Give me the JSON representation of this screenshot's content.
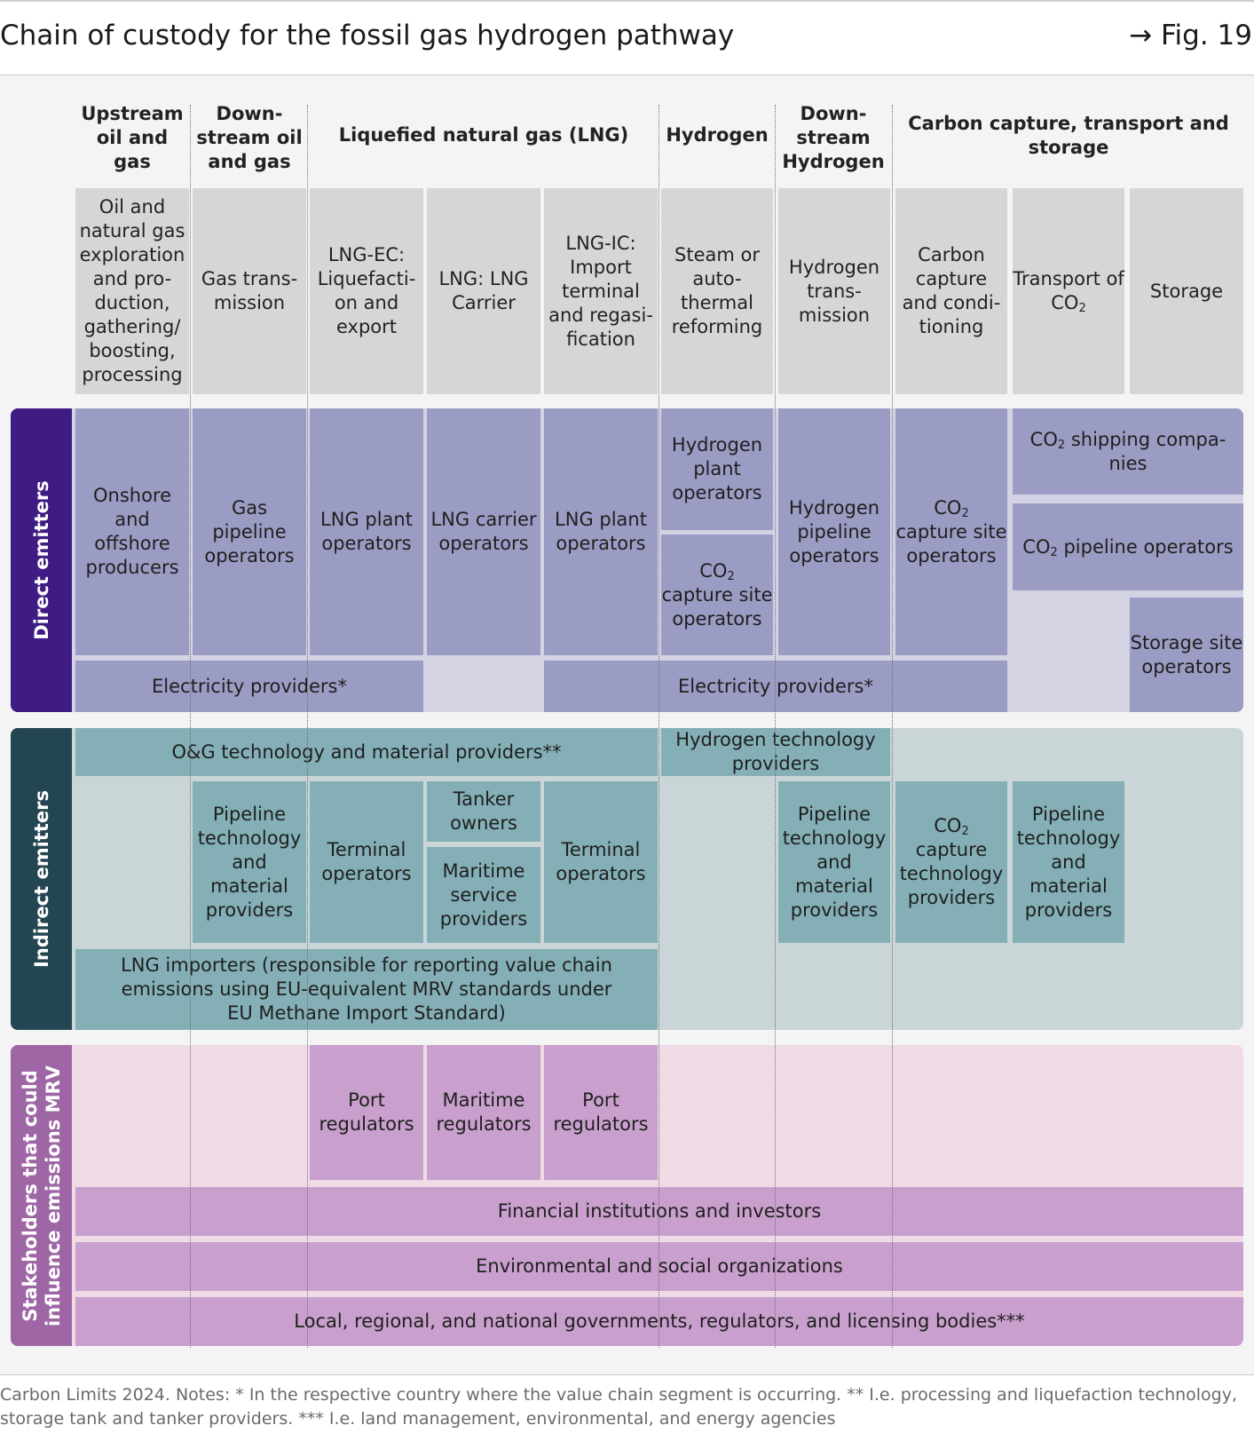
{
  "title": "Chain of custody for the fossil gas hydrogen pathway",
  "figure_ref": "→ Fig. 19",
  "column_headers": {
    "upstream": "Upstream oil and gas",
    "downstream_og": "Down- stream oil and gas",
    "lng": "Liquefied natural gas (LNG)",
    "hydrogen": "Hydrogen",
    "downstream_h2": "Down- stream Hydrogen",
    "ccts": "Carbon capture, transport and storage"
  },
  "segments": {
    "s1": "Oil and natural gas exploration and pro- duction, gathering/ boosting, processing",
    "s2": "Gas trans- mission",
    "s3": "LNG-EC: Liquefacti- on and export",
    "s4": "LNG: LNG Carrier",
    "s5": "LNG-IC: Import terminal and regasi- fication",
    "s6": "Steam or auto- thermal reforming",
    "s7": "Hydrogen trans- mission",
    "s8": "Carbon capture and condi- tioning",
    "s9_pre": "Transport of CO",
    "s9_sub": "2",
    "s10": "Storage"
  },
  "rows": {
    "direct": "Direct emitters",
    "indirect": "Indirect emitters",
    "stakeholders_1": "Stakeholders that could",
    "stakeholders_2": "influence emissions MRV"
  },
  "direct": {
    "producers": "Onshore and offshore producers",
    "gas_pipeline": "Gas pipeline operators",
    "lng_plant_1": "LNG plant operators",
    "lng_carrier": "LNG carrier operators",
    "lng_plant_2": "LNG plant operators",
    "h2_plant": "Hydrogen plant operators",
    "co2_capture_h2_pre": "CO",
    "co2_capture_h2_sub": "2",
    "co2_capture_h2_post": "capture site operators",
    "h2_pipeline": "Hydrogen pipeline operators",
    "co2_capture_pre": "CO",
    "co2_capture_sub": "2",
    "co2_capture_post": "capture site operators",
    "co2_shipping_pre": "CO",
    "co2_shipping_sub": "2",
    "co2_shipping_post": " shipping compa- nies",
    "co2_pipeline_pre": "CO",
    "co2_pipeline_sub": "2",
    "co2_pipeline_post": " pipeline operators",
    "storage_site": "Storage site operators",
    "electricity_1": "Electricity providers*",
    "electricity_2": "Electricity providers*"
  },
  "indirect": {
    "og_tech": "O&G technology and material providers**",
    "h2_tech": "Hydrogen technology providers",
    "pipeline_tech_1": "Pipeline technology and material providers",
    "terminal_1": "Terminal operators",
    "tanker_owners": "Tanker owners",
    "maritime_service": "Maritime service providers",
    "terminal_2": "Terminal operators",
    "pipeline_tech_2": "Pipeline technology and material providers",
    "co2_tech_pre": "CO",
    "co2_tech_sub": "2",
    "co2_tech_post": "capture technology providers",
    "pipeline_tech_3": "Pipeline technology and material providers",
    "lng_importers": "LNG importers (responsible for reporting value chain emissions using EU-equivalent MRV standards under EU Methane Import Standard)"
  },
  "stakeholders": {
    "port_reg_1": "Port regulators",
    "maritime_reg": "Maritime regulators",
    "port_reg_2": "Port regulators",
    "financial": "Financial institutions and investors",
    "env_social": "Environmental and social organizations",
    "governments": "Local, regional, and national governments, regulators, and licensing bodies***"
  },
  "footnote": "Carbon Limits 2024. Notes: * In the respective country where the value chain segment is occurring. ** I.e. processing and liquefaction technology, storage tank and tanker providers. *** I.e. land management, environmental, and energy agencies",
  "colors": {
    "direct_label": "#3f1b84",
    "direct_box": "#9b9cc4",
    "indirect_label": "#244652",
    "indirect_box": "#84afb6",
    "stake_label": "#9e66a5",
    "stake_box": "#c9a0cd",
    "segment_box": "#d6d6d6"
  }
}
